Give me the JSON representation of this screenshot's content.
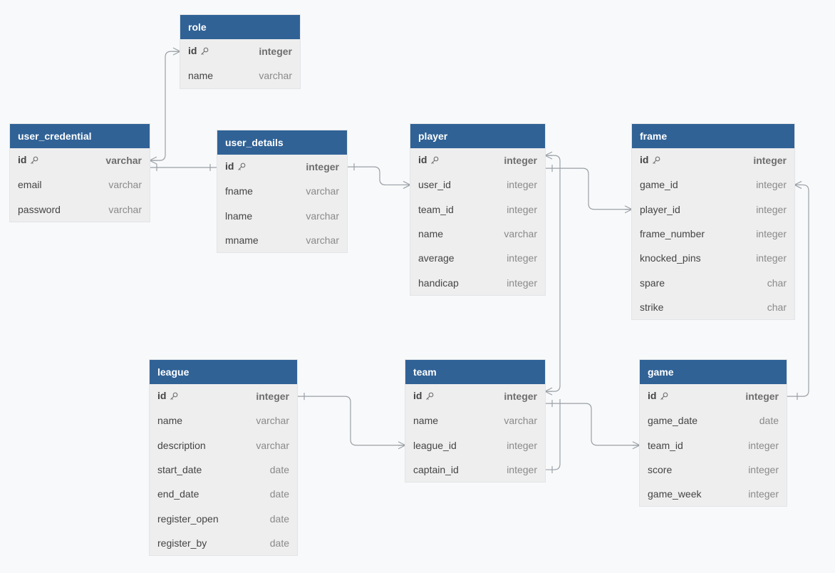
{
  "tables": {
    "role": {
      "name": "role",
      "columns": [
        {
          "name": "id",
          "type": "integer",
          "pk": true
        },
        {
          "name": "name",
          "type": "varchar"
        }
      ]
    },
    "user_credential": {
      "name": "user_credential",
      "columns": [
        {
          "name": "id",
          "type": "varchar",
          "pk": true
        },
        {
          "name": "email",
          "type": "varchar"
        },
        {
          "name": "password",
          "type": "varchar"
        }
      ]
    },
    "user_details": {
      "name": "user_details",
      "columns": [
        {
          "name": "id",
          "type": "integer",
          "pk": true
        },
        {
          "name": "fname",
          "type": "varchar"
        },
        {
          "name": "lname",
          "type": "varchar"
        },
        {
          "name": "mname",
          "type": "varchar"
        }
      ]
    },
    "player": {
      "name": "player",
      "columns": [
        {
          "name": "id",
          "type": "integer",
          "pk": true
        },
        {
          "name": "user_id",
          "type": "integer"
        },
        {
          "name": "team_id",
          "type": "integer"
        },
        {
          "name": "name",
          "type": "varchar"
        },
        {
          "name": "average",
          "type": "integer"
        },
        {
          "name": "handicap",
          "type": "integer"
        }
      ]
    },
    "frame": {
      "name": "frame",
      "columns": [
        {
          "name": "id",
          "type": "integer",
          "pk": true
        },
        {
          "name": "game_id",
          "type": "integer"
        },
        {
          "name": "player_id",
          "type": "integer"
        },
        {
          "name": "frame_number",
          "type": "integer"
        },
        {
          "name": "knocked_pins",
          "type": "integer"
        },
        {
          "name": "spare",
          "type": "char"
        },
        {
          "name": "strike",
          "type": "char"
        }
      ]
    },
    "league": {
      "name": "league",
      "columns": [
        {
          "name": "id",
          "type": "integer",
          "pk": true
        },
        {
          "name": "name",
          "type": "varchar"
        },
        {
          "name": "description",
          "type": "varchar"
        },
        {
          "name": "start_date",
          "type": "date"
        },
        {
          "name": "end_date",
          "type": "date"
        },
        {
          "name": "register_open",
          "type": "date"
        },
        {
          "name": "register_by",
          "type": "date"
        }
      ]
    },
    "team": {
      "name": "team",
      "columns": [
        {
          "name": "id",
          "type": "integer",
          "pk": true
        },
        {
          "name": "name",
          "type": "varchar"
        },
        {
          "name": "league_id",
          "type": "integer"
        },
        {
          "name": "captain_id",
          "type": "integer"
        }
      ]
    },
    "game": {
      "name": "game",
      "columns": [
        {
          "name": "id",
          "type": "integer",
          "pk": true
        },
        {
          "name": "game_date",
          "type": "date"
        },
        {
          "name": "team_id",
          "type": "integer"
        },
        {
          "name": "score",
          "type": "integer"
        },
        {
          "name": "game_week",
          "type": "integer"
        }
      ]
    }
  },
  "relationships": [
    {
      "from": "user_credential.id",
      "to": "role.id",
      "from_end": "many",
      "to_end": "many"
    },
    {
      "from": "user_credential.id",
      "to": "user_details.id",
      "from_end": "one",
      "to_end": "one"
    },
    {
      "from": "user_details.id",
      "to": "player.user_id",
      "from_end": "one",
      "to_end": "many"
    },
    {
      "from": "player.id",
      "to": "frame.player_id",
      "from_end": "one",
      "to_end": "many"
    },
    {
      "from": "game.id",
      "to": "frame.game_id",
      "from_end": "one",
      "to_end": "many"
    },
    {
      "from": "league.id",
      "to": "team.league_id",
      "from_end": "one",
      "to_end": "many"
    },
    {
      "from": "team.id",
      "to": "game.team_id",
      "from_end": "one",
      "to_end": "many"
    },
    {
      "from": "team.id",
      "to": "player.id",
      "from_end": "many",
      "to_end": "many"
    },
    {
      "from": "team.captain_id",
      "to": "player.id",
      "from_end": "one",
      "to_end": "many"
    }
  ],
  "colors": {
    "header_bg": "#306296",
    "header_text": "#ffffff",
    "body_bg": "#eeeeee",
    "line": "#9aa0a6",
    "canvas_bg": "#f8f9fa"
  }
}
